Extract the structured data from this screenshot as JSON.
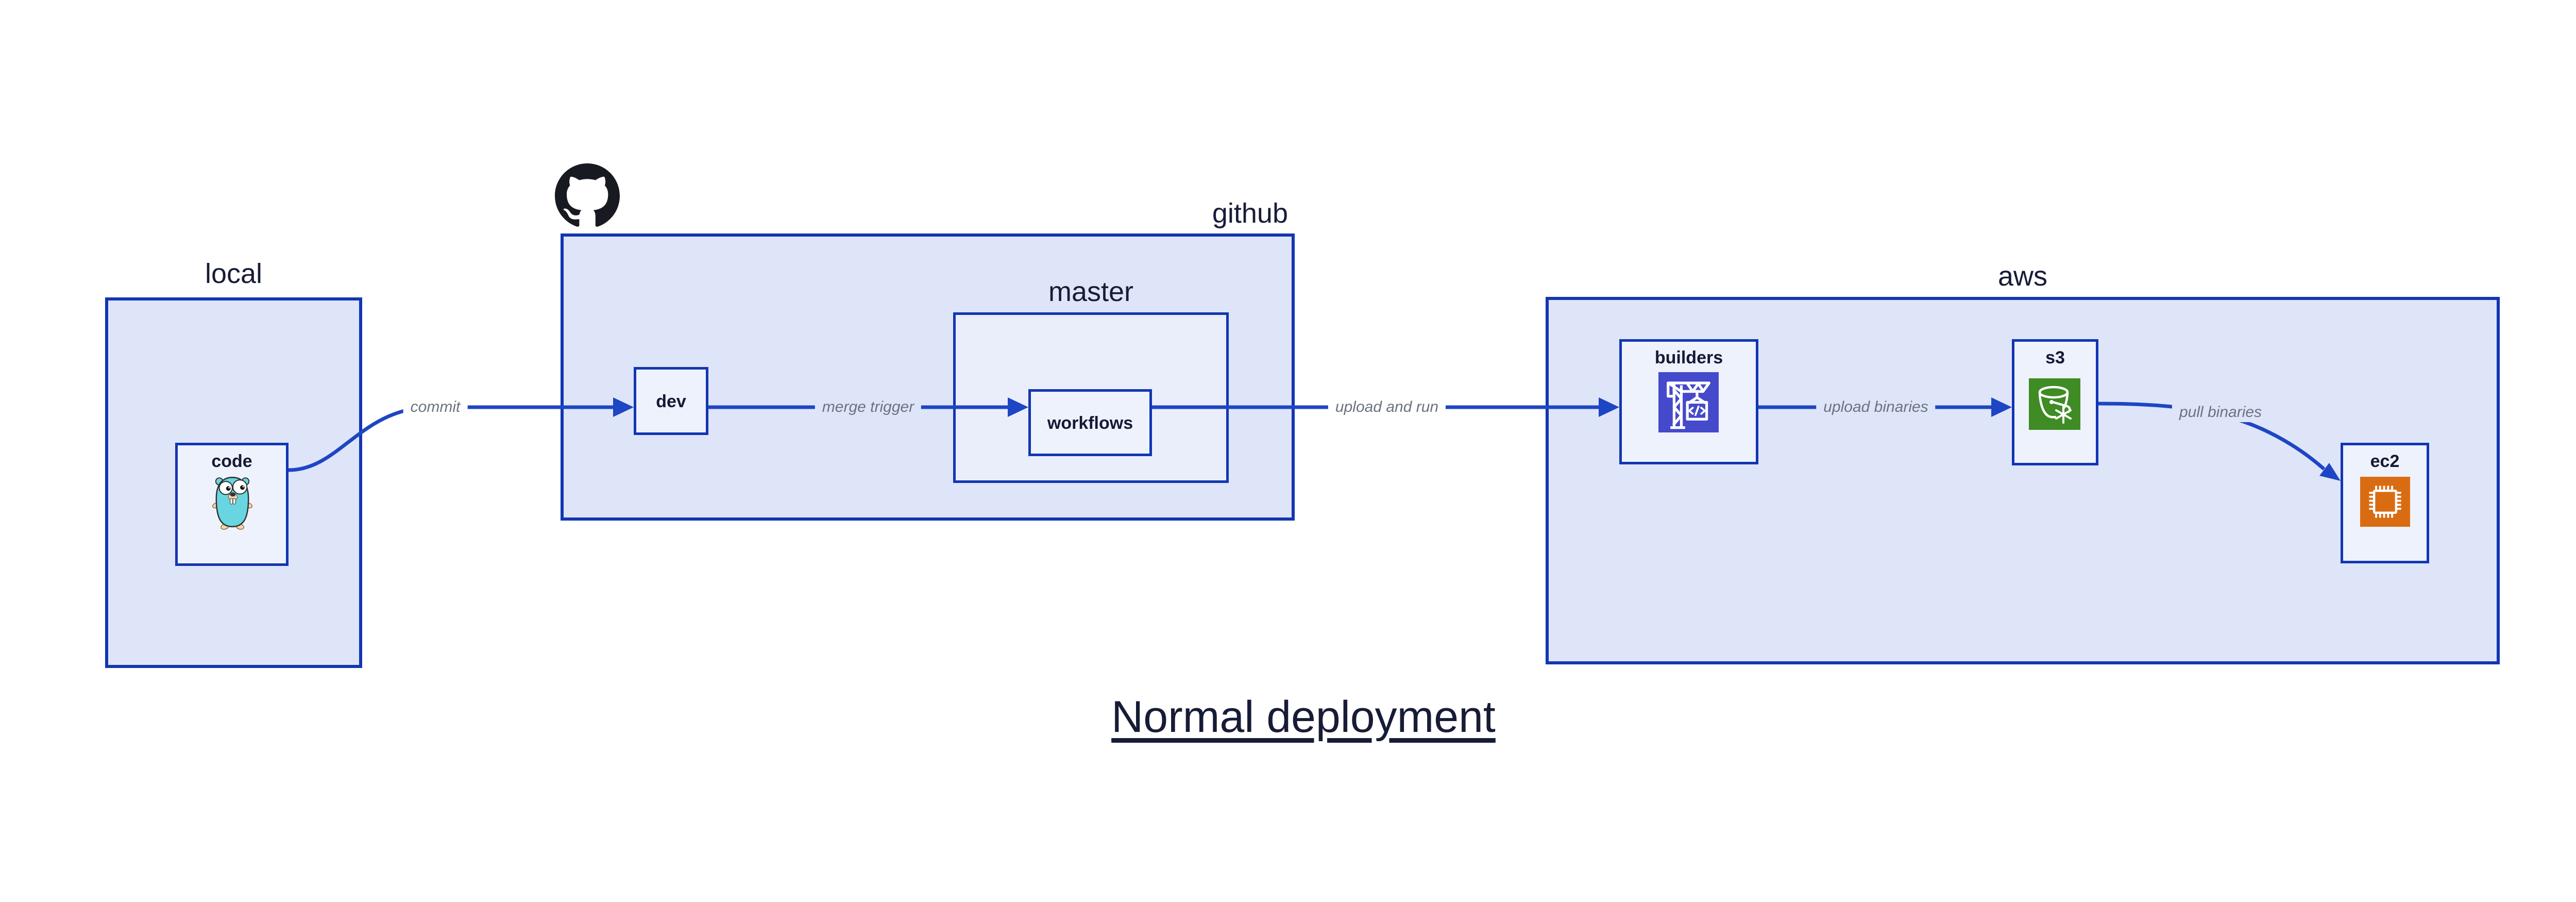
{
  "title": "Normal deployment",
  "containers": {
    "local": {
      "label": "local"
    },
    "github": {
      "label": "github"
    },
    "master": {
      "label": "master"
    },
    "aws": {
      "label": "aws"
    }
  },
  "nodes": {
    "code": {
      "label": "code"
    },
    "dev": {
      "label": "dev"
    },
    "workflows": {
      "label": "workflows"
    },
    "builders": {
      "label": "builders"
    },
    "s3": {
      "label": "s3"
    },
    "ec2": {
      "label": "ec2"
    }
  },
  "edges": {
    "commit": {
      "label": "commit"
    },
    "merge_trigger": {
      "label": "merge trigger"
    },
    "upload_and_run": {
      "label": "upload and run"
    },
    "upload_binaries": {
      "label": "upload binaries"
    },
    "pull_binaries": {
      "label": "pull binaries"
    }
  },
  "icons": {
    "github_logo": "github-octocat",
    "code": "go-gopher",
    "builders": "codebuild-crane",
    "s3": "s3-glacier-bucket",
    "ec2": "ec2-chip"
  },
  "colors": {
    "container_fill": "#dfe5f9",
    "master_fill": "#eaeefb",
    "node_fill": "#eef2fc",
    "border_blue": "#1236b2",
    "arrow_blue": "#1d46c4",
    "edge_label_gray": "#6b7380",
    "text_navy": "#161b36",
    "builders_icon_bg": "#4549cb",
    "s3_icon_bg": "#3f8b24",
    "ec2_icon_bg": "#d96c13",
    "gopher_teal": "#67d6e0",
    "github_logo_black": "#171a21"
  }
}
